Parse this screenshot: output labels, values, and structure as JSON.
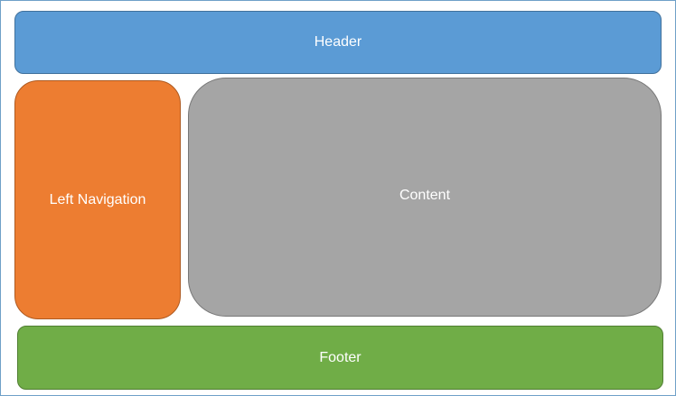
{
  "header": {
    "label": "Header",
    "color": "#5b9bd5"
  },
  "left_navigation": {
    "label": "Left Navigation",
    "color": "#ed7d31"
  },
  "content": {
    "label": "Content",
    "color": "#a5a5a5"
  },
  "footer": {
    "label": "Footer",
    "color": "#70ad47"
  }
}
